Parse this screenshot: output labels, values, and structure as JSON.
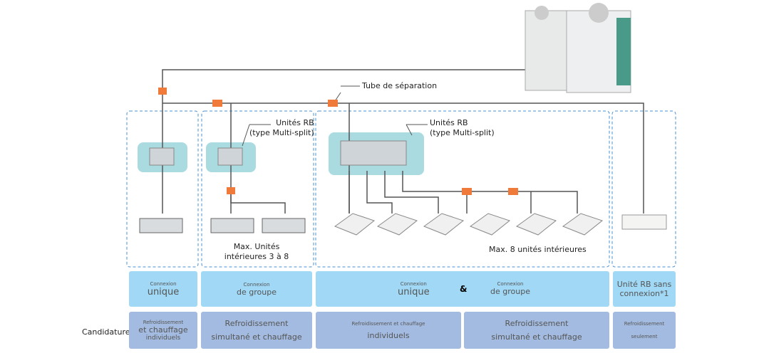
{
  "labels": {
    "tube": "Tube de séparation",
    "rb_group": [
      "Unités RB",
      "(type Multi-split)"
    ],
    "rb_multi": [
      "Unités RB",
      "(type Multi-split)"
    ],
    "max_group": [
      "Max. Unités",
      "intérieures 3 à 8"
    ],
    "max_multi": "Max. 8 unités intérieures",
    "candidature": "Candidature",
    "ampersand": "&"
  },
  "connection_row": [
    {
      "small": "Connexion",
      "large": "unique"
    },
    {
      "small": "Connexion",
      "large": "de groupe"
    },
    {
      "small": "Connexion",
      "large": "unique",
      "small2": "Connexion",
      "large2": "de groupe"
    },
    {
      "line1": "Unité RB sans",
      "line2": "connexion*1"
    }
  ],
  "application_row": [
    {
      "small": "Refroidissement",
      "large": "et chauffage",
      "medium": "individuels"
    },
    {
      "line1": "Refroidissement",
      "line2": "simultané et chauffage"
    },
    {
      "small": "Refroidissement et chauffage",
      "large": "individuels"
    },
    {
      "line1": "Refroidissement",
      "line2": "simultané et chauffage"
    },
    {
      "small": "Refroidissement",
      "small2": "seulement"
    }
  ],
  "colors": {
    "connection": "#a0d8f5",
    "application": "#a3bbe0",
    "rb_box": "#a9dbe0",
    "joint": "#f07a3a",
    "dash": "#4a90d0"
  }
}
